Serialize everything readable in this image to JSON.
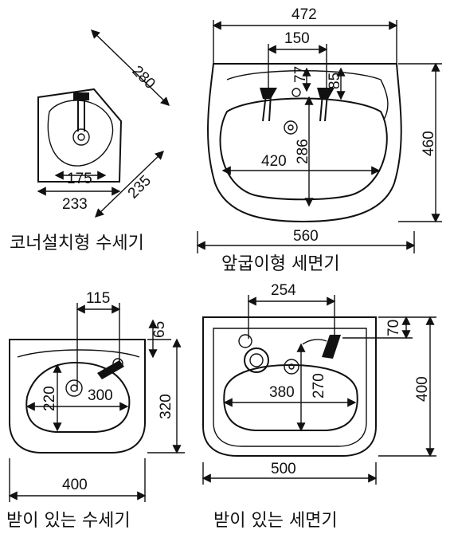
{
  "panels": [
    {
      "caption": "코너설치형 수세기",
      "dims": [
        "280",
        "175",
        "233",
        "235"
      ]
    },
    {
      "caption": "앞굽이형 세면기",
      "dims": [
        "472",
        "150",
        "77",
        "85",
        "286",
        "420",
        "460",
        "560"
      ]
    },
    {
      "caption": "받이 있는 수세기",
      "dims": [
        "115",
        "65",
        "220",
        "300",
        "320",
        "400"
      ]
    },
    {
      "caption": "받이 있는 세면기",
      "dims": [
        "254",
        "70",
        "270",
        "380",
        "400",
        "500"
      ]
    }
  ]
}
